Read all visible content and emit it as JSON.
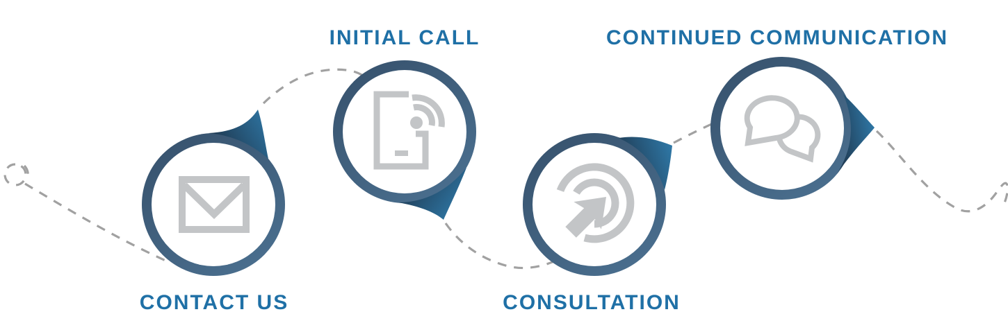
{
  "diagram": {
    "type": "process-flow",
    "background_color": "#ffffff",
    "connector_style": "dashed-curve-with-curled-ends"
  },
  "colors": {
    "label_blue": "#1f70a6",
    "ring_blue_dark": "#37526d",
    "ring_blue_light": "#4b7090",
    "pointer_gradient_dark": "#203d56",
    "pointer_gradient_light": "#2f79a8",
    "icon_gray": "#c3c5c7",
    "dashed_path_gray": "#a1a1a1",
    "node_fill": "#ffffff"
  },
  "steps": [
    {
      "label": "CONTACT US",
      "icon": "envelope-icon",
      "label_position": "below-node"
    },
    {
      "label": "INITIAL CALL",
      "icon": "phone-wifi-icon",
      "label_position": "above-node"
    },
    {
      "label": "CONSULTATION",
      "icon": "click-target-icon",
      "label_position": "below-node"
    },
    {
      "label": "CONTINUED COMMUNICATION",
      "icon": "chat-bubbles-icon",
      "label_position": "above-node"
    }
  ]
}
